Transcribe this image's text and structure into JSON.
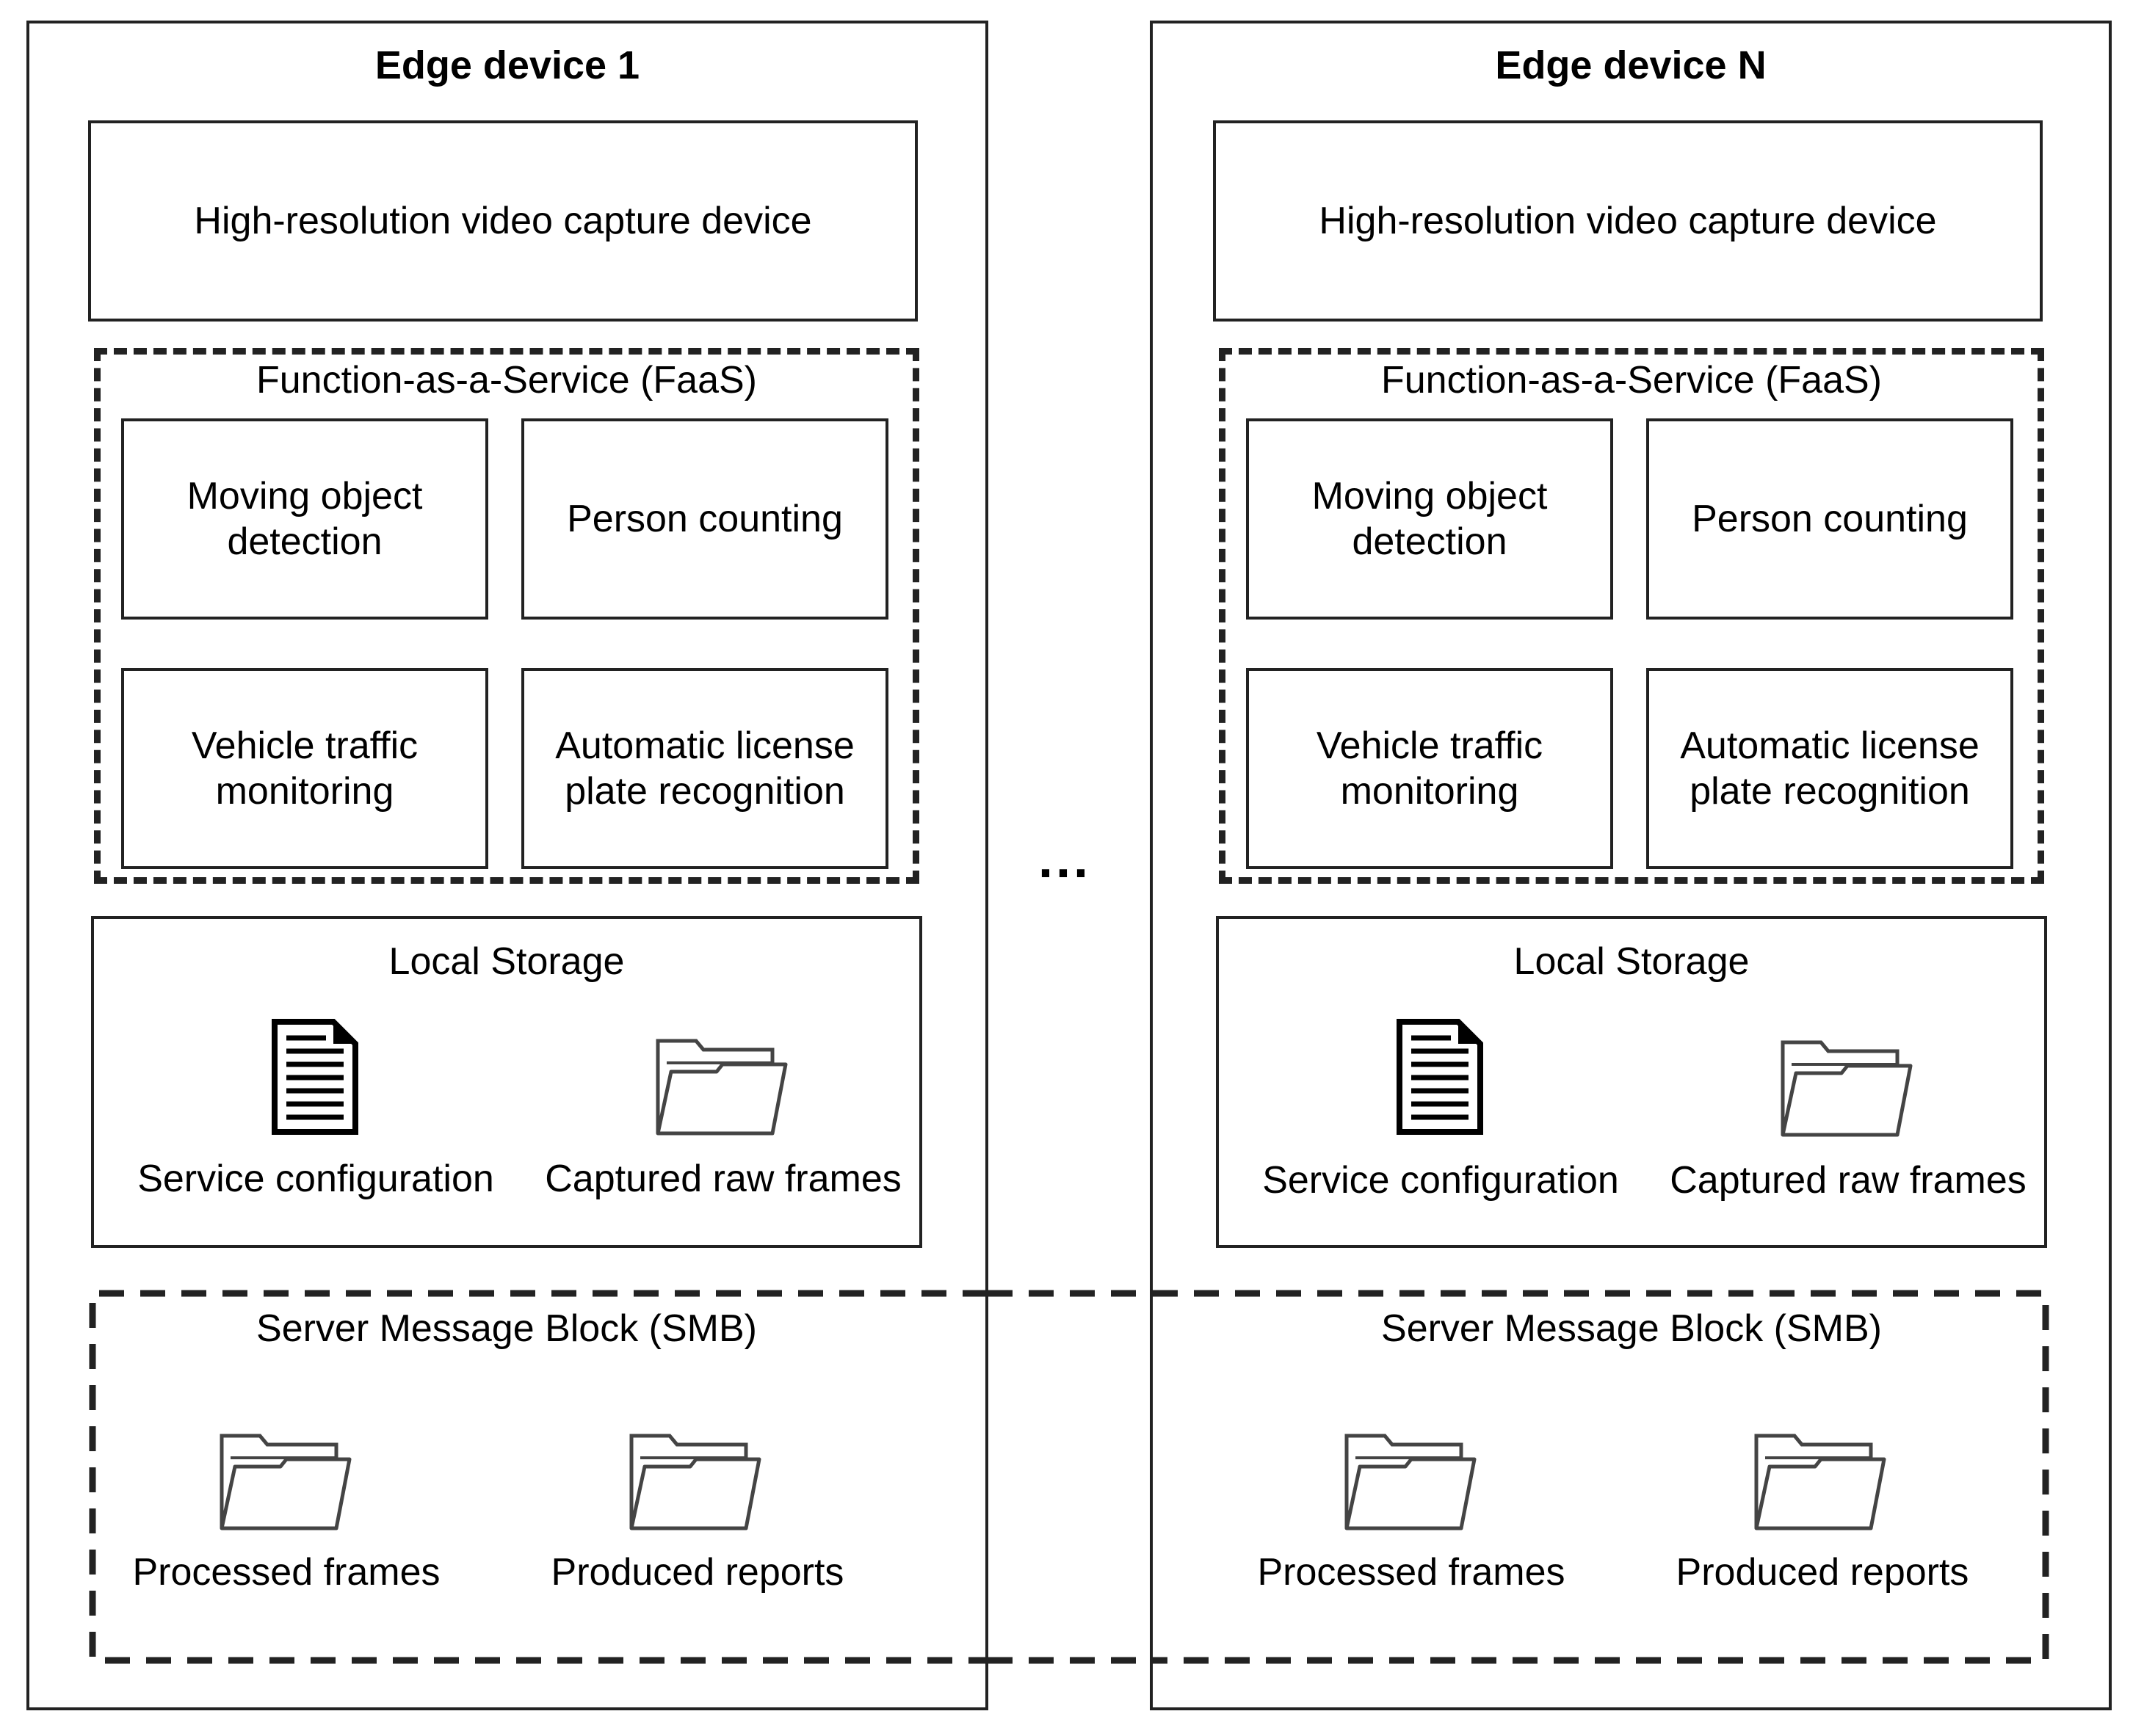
{
  "devices": [
    {
      "title": "Edge device 1",
      "capture": "High-resolution video capture device",
      "faas": {
        "title": "Function-as-a-Service (FaaS)",
        "services": [
          "Moving object detection",
          "Person counting",
          "Vehicle traffic monitoring",
          "Automatic license plate recognition"
        ]
      },
      "storage": {
        "title": "Local Storage",
        "items": [
          "Service configuration",
          "Captured raw frames"
        ]
      },
      "smb": {
        "title": "Server Message Block (SMB)",
        "items": [
          "Processed frames",
          "Produced reports"
        ]
      }
    },
    {
      "title": "Edge device N",
      "capture": "High-resolution video capture device",
      "faas": {
        "title": "Function-as-a-Service (FaaS)",
        "services": [
          "Moving object detection",
          "Person counting",
          "Vehicle traffic monitoring",
          "Automatic license plate recognition"
        ]
      },
      "storage": {
        "title": "Local Storage",
        "items": [
          "Service configuration",
          "Captured raw frames"
        ]
      },
      "smb": {
        "title": "Server Message Block (SMB)",
        "items": [
          "Processed frames",
          "Produced reports"
        ]
      }
    }
  ],
  "separator": "...",
  "icons": [
    "document-icon",
    "folder-icon"
  ]
}
